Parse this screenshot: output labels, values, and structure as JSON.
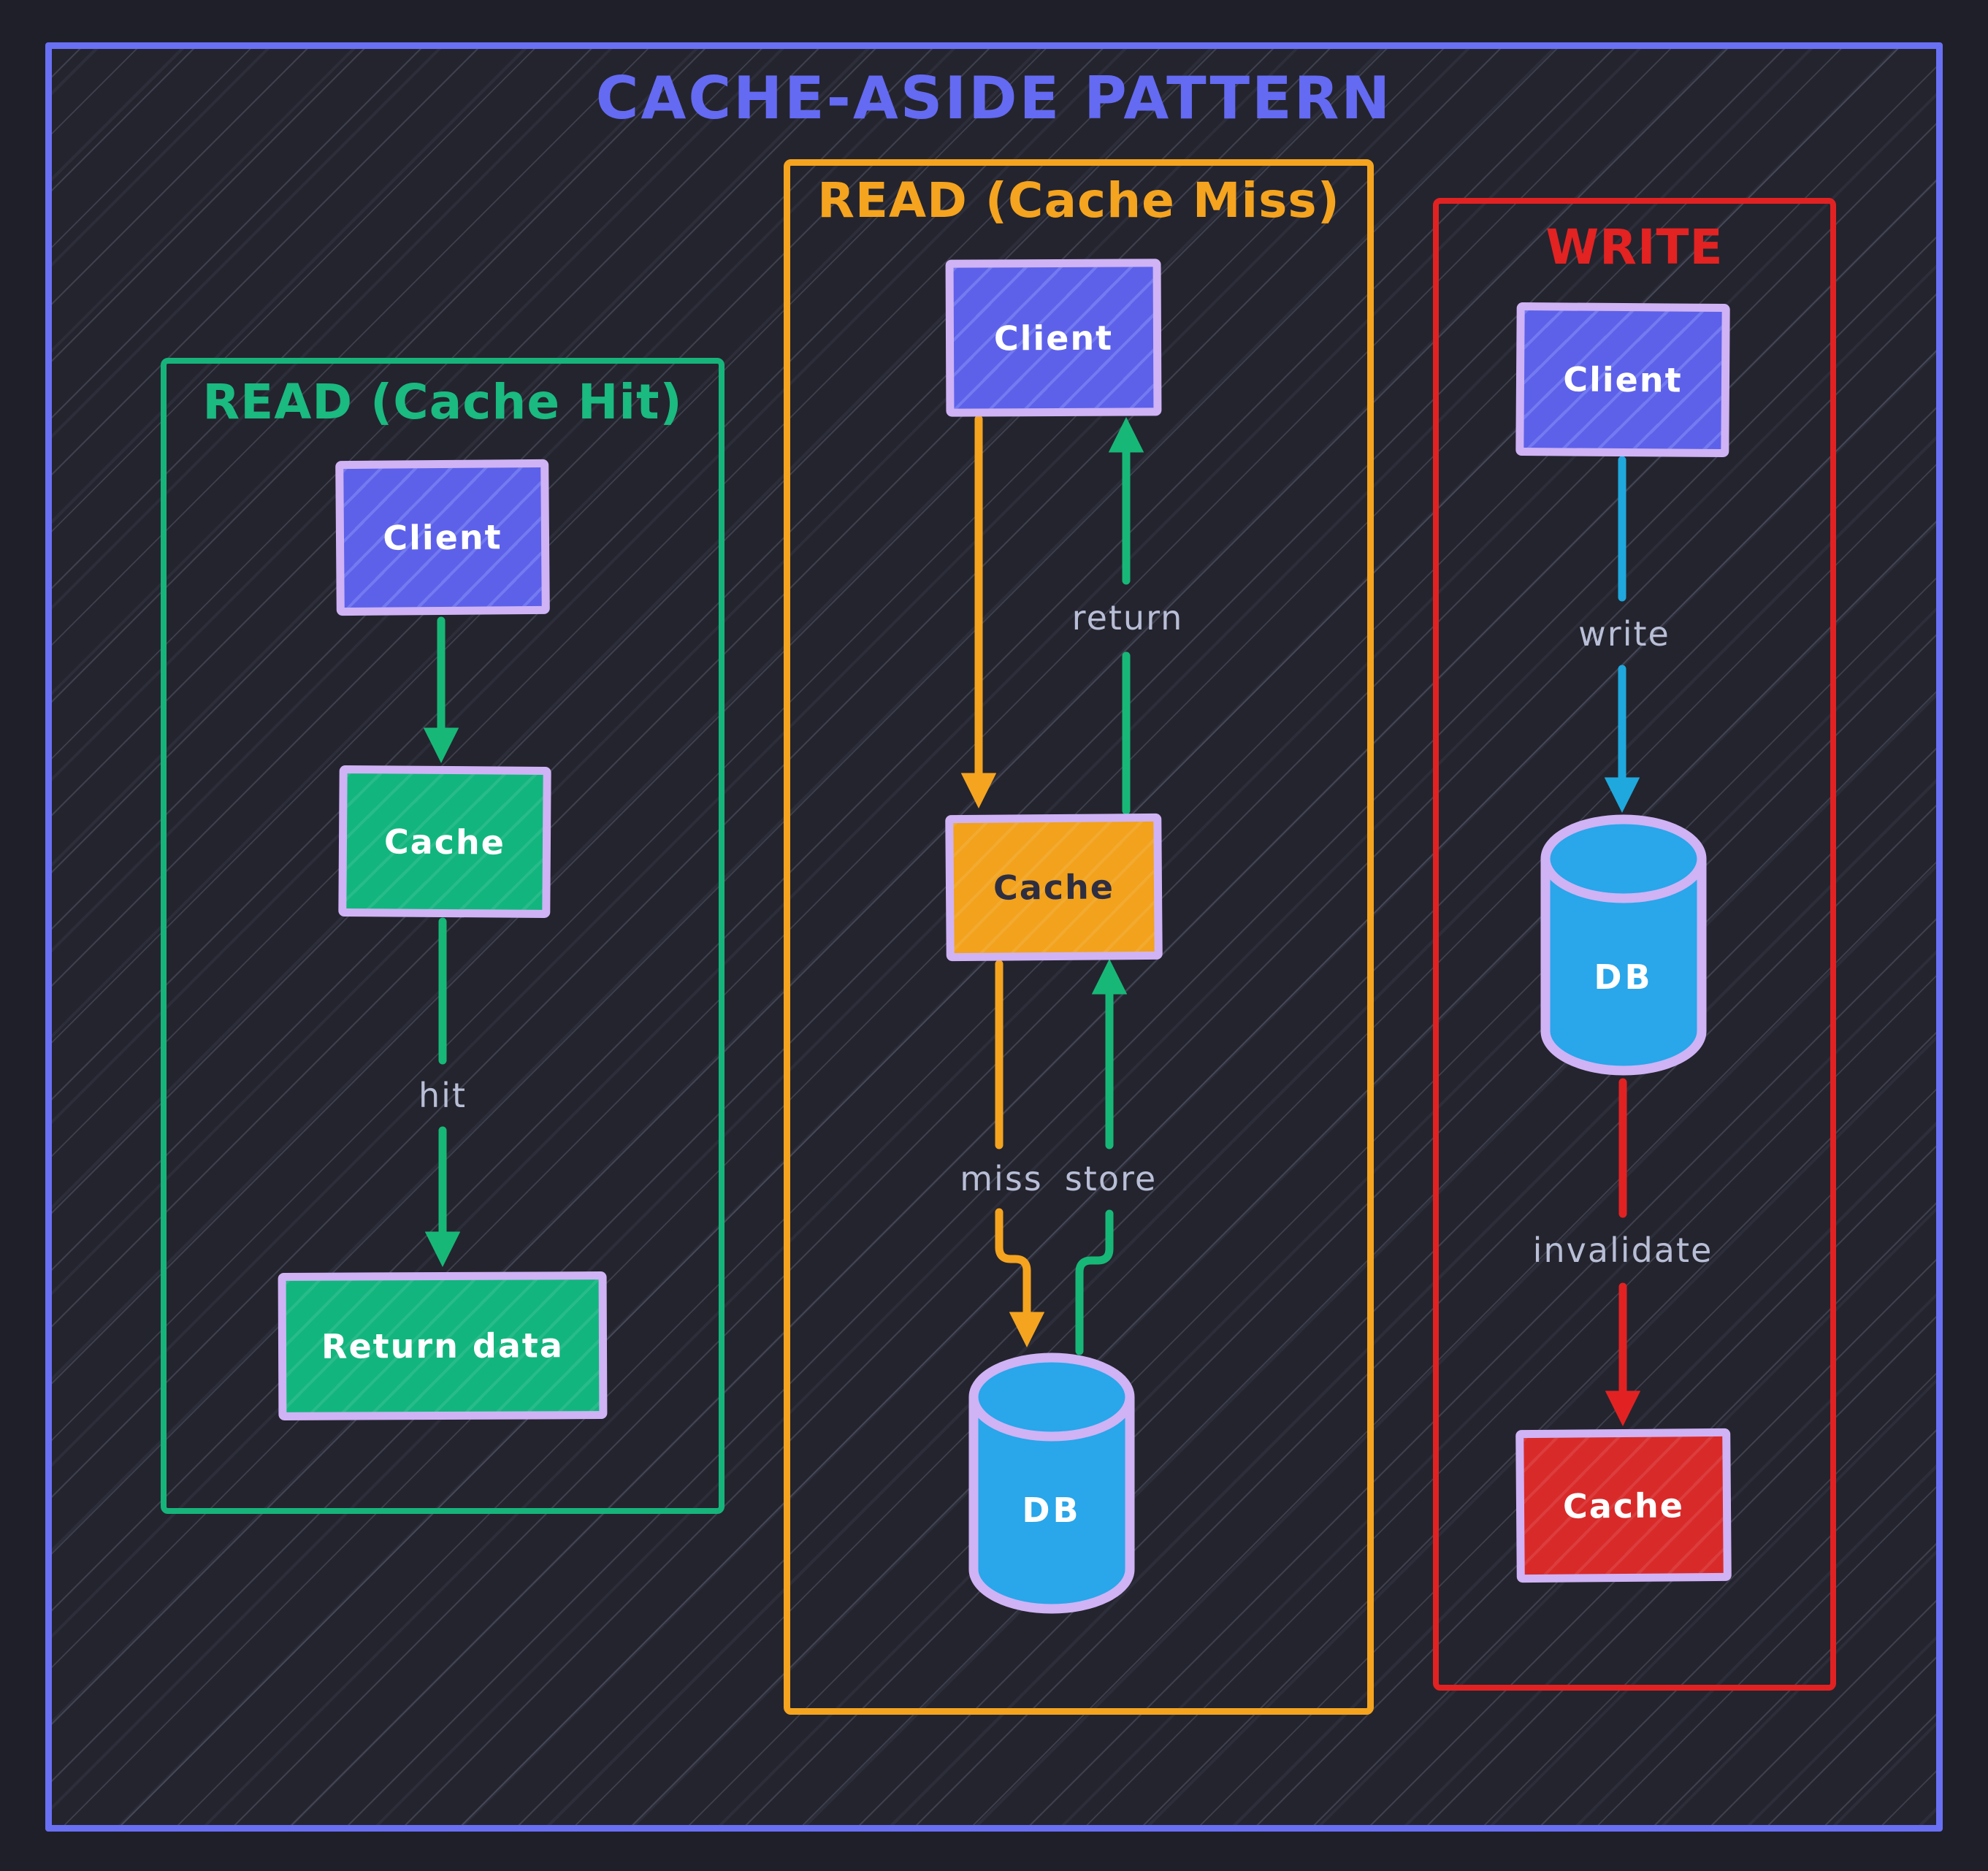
{
  "title": "CACHE-ASIDE PATTERN",
  "colors": {
    "frame": "#6970f4",
    "green": "#16b47b",
    "orange": "#f5a41f",
    "red": "#e22222",
    "lavender_border": "#cfb3f5",
    "client_fill": "#5d61e9",
    "green_fill": "#13b57e",
    "orange_fill": "#f2a21c",
    "red_fill": "#d92a2a",
    "db_fill": "#2aa6ea",
    "cyan_arrow": "#1fa8dd",
    "edge_label_text": "#b8bed6"
  },
  "panels": {
    "cache_hit": {
      "title": "READ (Cache Hit)",
      "nodes": {
        "client": "Client",
        "cache": "Cache",
        "return_data": "Return data"
      },
      "edge_labels": {
        "hit": "hit"
      }
    },
    "cache_miss": {
      "title": "READ (Cache Miss)",
      "nodes": {
        "client": "Client",
        "cache": "Cache",
        "db": "DB"
      },
      "edge_labels": {
        "return": "return",
        "miss": "miss",
        "store": "store"
      }
    },
    "write": {
      "title": "WRITE",
      "nodes": {
        "client": "Client",
        "db": "DB",
        "cache": "Cache"
      },
      "edge_labels": {
        "write": "write",
        "invalidate": "invalidate"
      }
    }
  }
}
